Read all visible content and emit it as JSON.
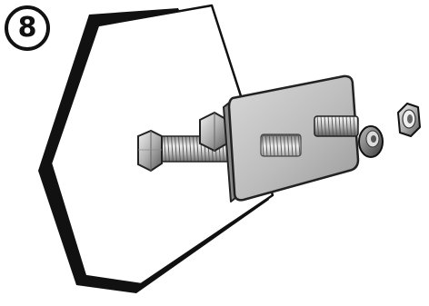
{
  "step": {
    "number": "8"
  },
  "illustration": {
    "parts": [
      "panel",
      "mounting-plate",
      "left-bolt",
      "right-bolt",
      "washer",
      "hex-nut"
    ],
    "colors": {
      "outline": "#111111",
      "panel_fill": "#ffffff",
      "metal_light": "#e6e6e6",
      "metal_mid": "#b4b4b4",
      "metal_dark": "#6e6e6e"
    }
  }
}
